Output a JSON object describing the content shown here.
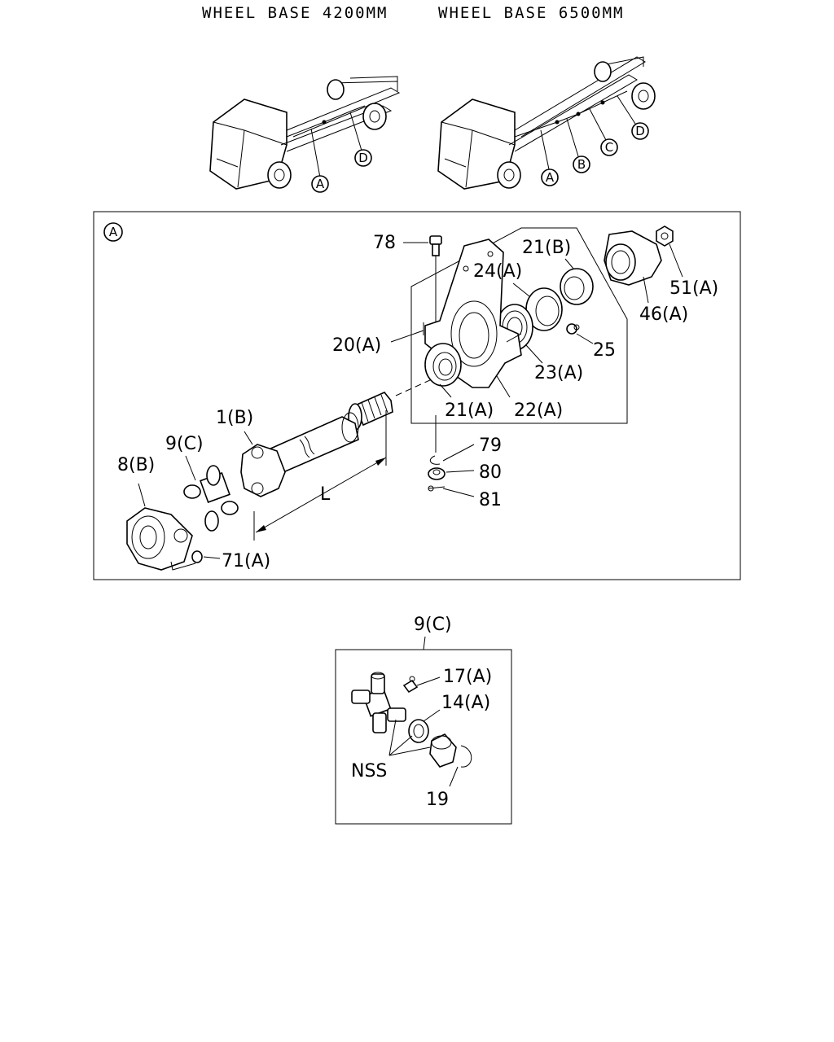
{
  "headers": {
    "wb1": "WHEEL BASE 4200MM",
    "wb2": "WHEEL BASE 6500MM"
  },
  "truck_markers": {
    "t1_a": "A",
    "t1_d": "D",
    "t2_a": "A",
    "t2_b": "B",
    "t2_c": "C",
    "t2_d": "D"
  },
  "detail_a": {
    "marker": "A",
    "parts": {
      "p78": "78",
      "p21b": "21(B)",
      "p24a": "24(A)",
      "p51a": "51(A)",
      "p46a": "46(A)",
      "p20a": "20(A)",
      "p25": "25",
      "p23a": "23(A)",
      "p21a": "21(A)",
      "p22a": "22(A)",
      "p1b": "1(B)",
      "p9c": "9(C)",
      "p8b": "8(B)",
      "p79": "79",
      "p80": "80",
      "p81": "81",
      "pL": "L",
      "p71a": "71(A)"
    }
  },
  "detail_9c": {
    "title": "9(C)",
    "parts": {
      "p17a": "17(A)",
      "p14a": "14(A)",
      "nss": "NSS",
      "p19": "19"
    }
  }
}
